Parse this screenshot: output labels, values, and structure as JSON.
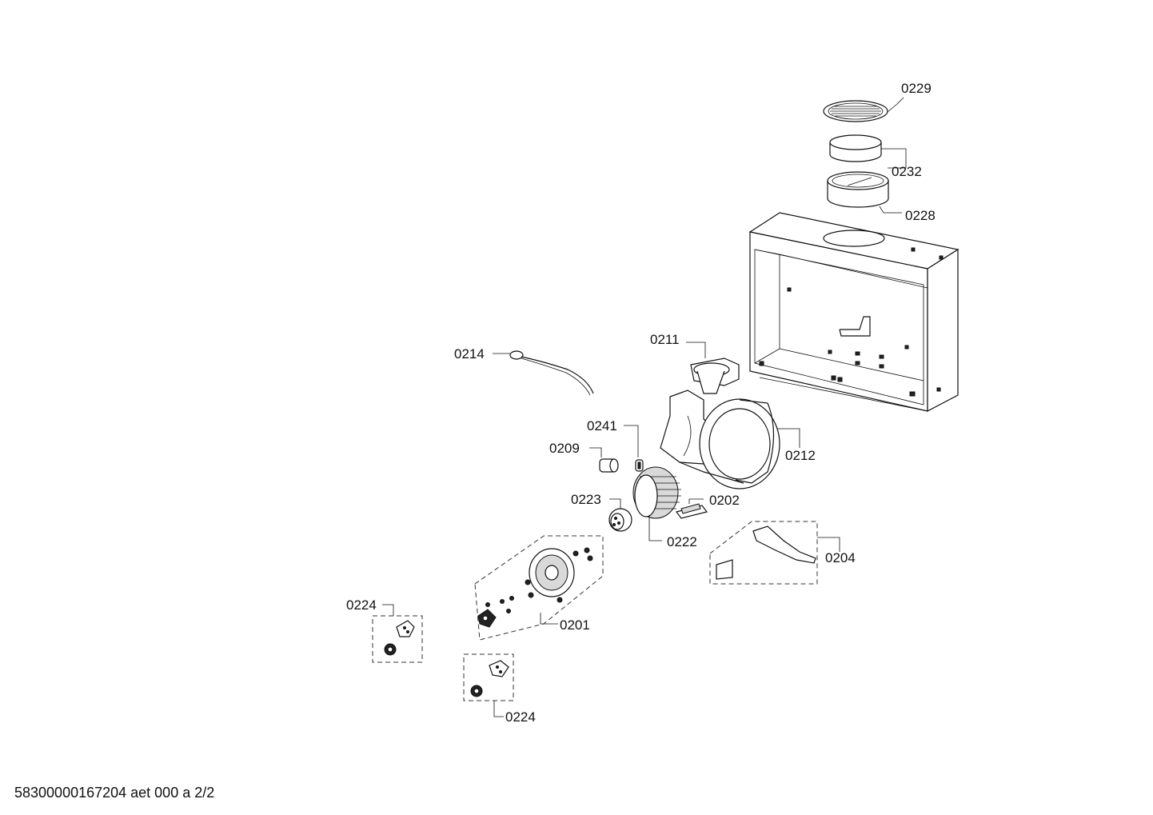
{
  "labels": {
    "p0229": "0229",
    "p0232": "0232",
    "p0228": "0228",
    "p0211": "0211",
    "p0214": "0214",
    "p0241": "0241",
    "p0209": "0209",
    "p0212": "0212",
    "p0223": "0223",
    "p0202": "0202",
    "p0222": "0222",
    "p0204": "0204",
    "p0224a": "0224",
    "p0201": "0201",
    "p0224b": "0224"
  },
  "footer": {
    "doc_id": "58300000167204 aet 000 a 2/2"
  }
}
